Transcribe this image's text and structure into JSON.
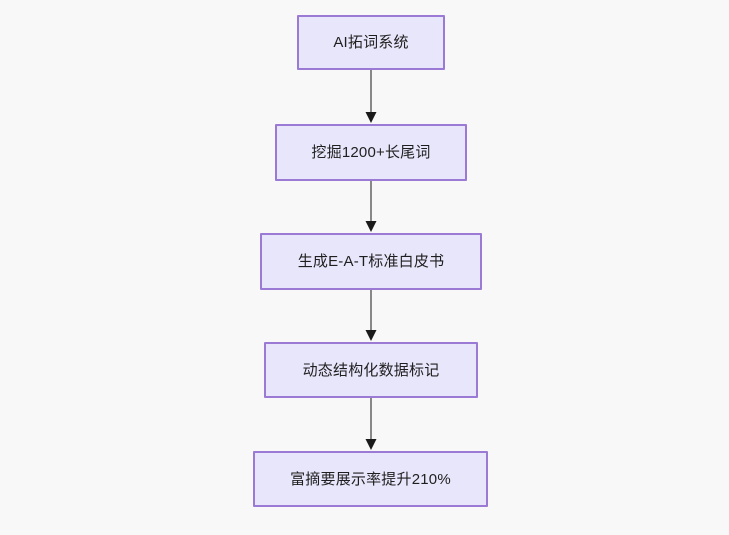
{
  "diagram": {
    "type": "flowchart",
    "orientation": "top-to-bottom",
    "background_color": "#f8f8f8",
    "node_fill_color": "#e8e6fb",
    "node_border_color": "#9a7ad4",
    "node_text_color": "#1f1f1f",
    "connector_line_color": "#888888",
    "connector_arrow_color": "#1a1a1a",
    "nodes": [
      {
        "id": "n1",
        "label": "AI拓词系统"
      },
      {
        "id": "n2",
        "label": "挖掘1200+长尾词"
      },
      {
        "id": "n3",
        "label": "生成E-A-T标准白皮书"
      },
      {
        "id": "n4",
        "label": "动态结构化数据标记"
      },
      {
        "id": "n5",
        "label": "富摘要展示率提升210%"
      }
    ],
    "edges": [
      {
        "from": "n1",
        "to": "n2",
        "label": ""
      },
      {
        "from": "n2",
        "to": "n3",
        "label": ""
      },
      {
        "from": "n3",
        "to": "n4",
        "label": ""
      },
      {
        "from": "n4",
        "to": "n5",
        "label": ""
      }
    ]
  }
}
